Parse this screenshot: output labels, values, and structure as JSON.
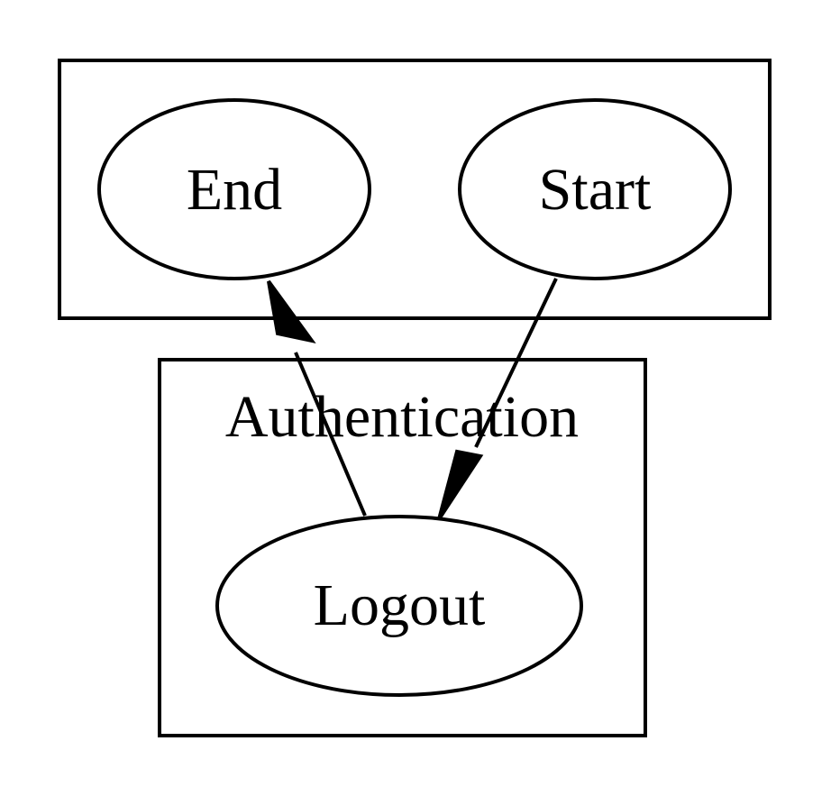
{
  "diagram": {
    "type": "directed-graph",
    "clusters": [
      {
        "id": "top",
        "label": ""
      },
      {
        "id": "authentication",
        "label": "Authentication"
      }
    ],
    "nodes": [
      {
        "id": "end",
        "label": "End",
        "cluster": "top"
      },
      {
        "id": "start",
        "label": "Start",
        "cluster": "top"
      },
      {
        "id": "logout",
        "label": "Logout",
        "cluster": "authentication"
      }
    ],
    "edges": [
      {
        "from": "start",
        "to": "logout"
      },
      {
        "from": "logout",
        "to": "end"
      }
    ],
    "colors": {
      "background": "#ffffff",
      "stroke": "#000000",
      "text": "#000000"
    }
  }
}
